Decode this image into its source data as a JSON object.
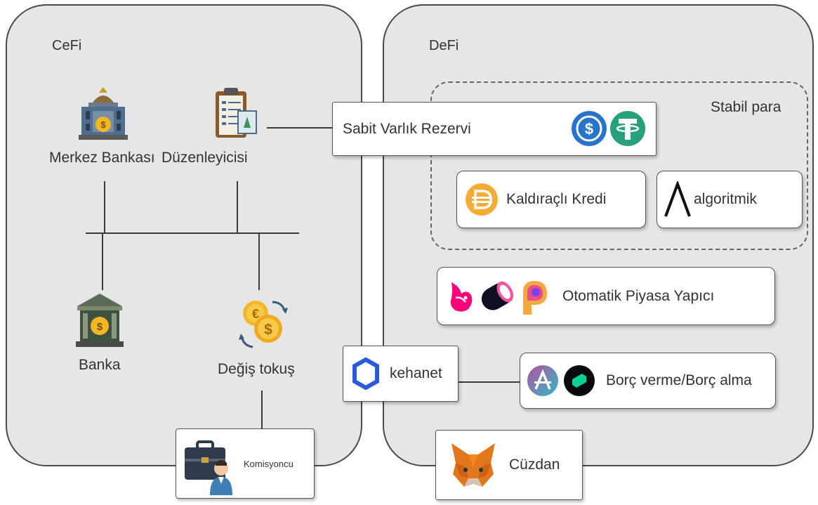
{
  "cefi": {
    "title": "CeFi",
    "central_bank": "Merkez Bankası",
    "regulator": "Düzenleyicisi",
    "bank": "Banka",
    "exchange": "Değiş tokuş",
    "broker": "Komisyoncu"
  },
  "defi": {
    "title": "DeFi",
    "stablecoin_group": "Stabil para",
    "asset_reserve": "Sabit Varlık Rezervi",
    "leveraged_credit": "Kaldıraçlı Kredi",
    "algorithmic": "algoritmik",
    "amm": "Otomatik Piyasa Yapıcı",
    "oracle": "kehanet",
    "lending": "Borç verme/Borç alma",
    "wallet": "Cüzdan"
  },
  "colors": {
    "panel_bg": "#e6e6e6",
    "usdc_blue": "#2775ca",
    "tether_green": "#26a17b",
    "dai_orange": "#f5ac37",
    "chainlink_blue": "#2a5ada",
    "metamask_orange": "#e2761b"
  },
  "icons": [
    "central-bank-icon",
    "regulator-clipboard-icon",
    "bank-icon",
    "exchange-coins-icon",
    "broker-icon",
    "usdc-icon",
    "tether-icon",
    "dai-icon",
    "lambda-icon",
    "uniswap-icon",
    "sushiswap-icon",
    "pancake-icon",
    "chainlink-icon",
    "aave-icon",
    "compound-icon",
    "metamask-fox-icon"
  ]
}
